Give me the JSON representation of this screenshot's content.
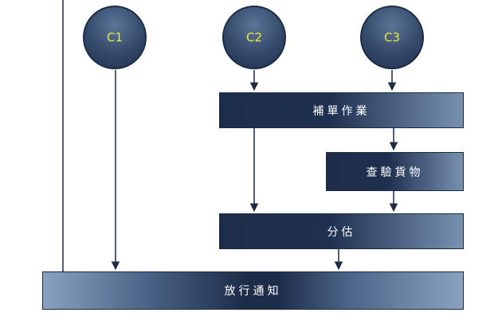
{
  "nodes": {
    "c1": "C1",
    "c2": "C2",
    "c3": "C3",
    "supplement": "補單作業",
    "inspect": "查驗貨物",
    "split": "分估",
    "release": "放行通知"
  },
  "colors": {
    "line": "#1c2b45",
    "box_dark": "#1d2d49",
    "box_light": "#7891b1",
    "label_yellow": "#f0e83a"
  }
}
